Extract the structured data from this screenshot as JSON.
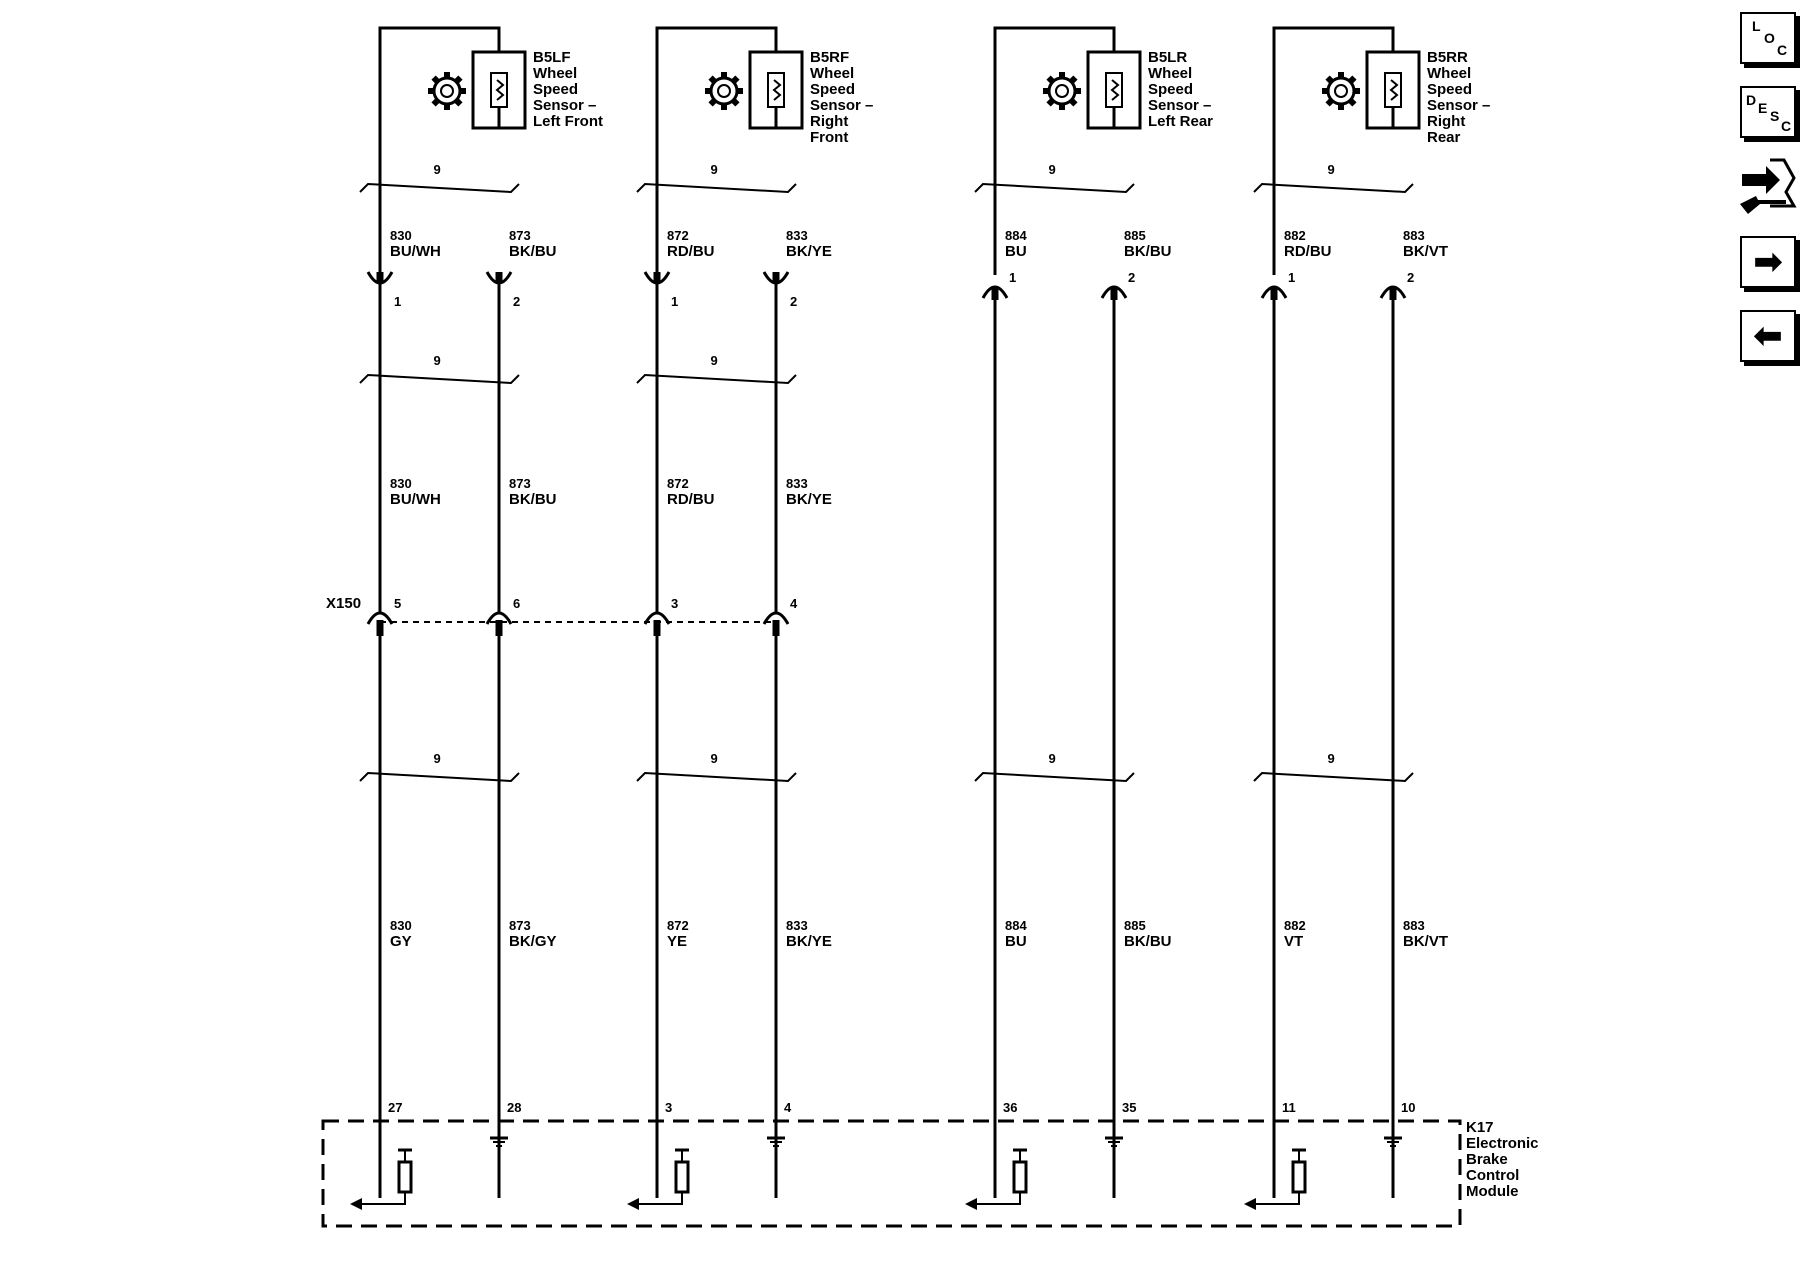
{
  "sensors": [
    {
      "id": "B5LF",
      "lines": [
        "B5LF",
        "Wheel",
        "Speed",
        "Sensor –",
        "Left Front"
      ]
    },
    {
      "id": "B5RF",
      "lines": [
        "B5RF",
        "Wheel",
        "Speed",
        "Sensor –",
        "Right",
        "Front"
      ]
    },
    {
      "id": "B5LR",
      "lines": [
        "B5LR",
        "Wheel",
        "Speed",
        "Sensor –",
        "Left Rear"
      ]
    },
    {
      "id": "B5RR",
      "lines": [
        "B5RR",
        "Wheel",
        "Speed",
        "Sensor –",
        "Right",
        "Rear"
      ]
    }
  ],
  "twist_label": "9",
  "wires_upper": [
    {
      "circuit": "830",
      "color": "BU/WH"
    },
    {
      "circuit": "873",
      "color": "BK/BU"
    },
    {
      "circuit": "872",
      "color": "RD/BU"
    },
    {
      "circuit": "833",
      "color": "BK/YE"
    },
    {
      "circuit": "884",
      "color": "BU"
    },
    {
      "circuit": "885",
      "color": "BK/BU"
    },
    {
      "circuit": "882",
      "color": "RD/BU"
    },
    {
      "circuit": "883",
      "color": "BK/VT"
    }
  ],
  "sensor_pins": [
    "1",
    "2",
    "1",
    "2",
    "1",
    "2",
    "1",
    "2"
  ],
  "wires_mid": [
    {
      "circuit": "830",
      "color": "BU/WH"
    },
    {
      "circuit": "873",
      "color": "BK/BU"
    },
    {
      "circuit": "872",
      "color": "RD/BU"
    },
    {
      "circuit": "833",
      "color": "BK/YE"
    }
  ],
  "inline_connector": {
    "name": "X150",
    "pins": [
      "5",
      "6",
      "3",
      "4"
    ]
  },
  "wires_lower": [
    {
      "circuit": "830",
      "color": "GY"
    },
    {
      "circuit": "873",
      "color": "BK/GY"
    },
    {
      "circuit": "872",
      "color": "YE"
    },
    {
      "circuit": "833",
      "color": "BK/YE"
    },
    {
      "circuit": "884",
      "color": "BU"
    },
    {
      "circuit": "885",
      "color": "BK/BU"
    },
    {
      "circuit": "882",
      "color": "VT"
    },
    {
      "circuit": "883",
      "color": "BK/VT"
    }
  ],
  "module_pins": [
    "27",
    "28",
    "3",
    "4",
    "36",
    "35",
    "11",
    "10"
  ],
  "module": {
    "lines": [
      "K17",
      "Electronic",
      "Brake",
      "Control",
      "Module"
    ]
  },
  "nav": {
    "loc": [
      "L",
      "O",
      "C"
    ],
    "desc": [
      "D",
      "E",
      "S",
      "C"
    ],
    "next_arrow": "➡",
    "prev_arrow": "⬅"
  }
}
